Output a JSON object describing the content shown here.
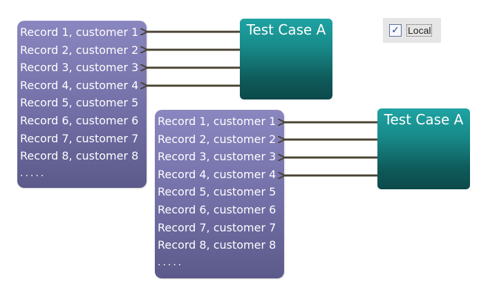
{
  "records_left": {
    "rows": [
      "Record 1, customer 1",
      "Record 2, customer 2",
      "Record 3, customer 3",
      "Record 4, customer 4",
      "Record 5, customer 5",
      "Record 6, customer 6",
      "Record 7, customer 7",
      "Record 8, customer 8"
    ],
    "ellipsis": "....."
  },
  "records_right": {
    "rows": [
      "Record 1, customer 1",
      "Record 2, customer 2",
      "Record 3, customer 3",
      "Record 4, customer 4",
      "Record 5, customer 5",
      "Record 6, customer 6",
      "Record 7, customer 7",
      "Record 8, customer 8"
    ],
    "ellipsis": "....."
  },
  "testcase_top": {
    "label": "Test Case A"
  },
  "testcase_bottom": {
    "label": "Test Case A"
  },
  "local_option": {
    "label": "Local",
    "checked": true,
    "check_glyph": "✓"
  },
  "colors": {
    "records_fill": "#7a76b0",
    "testcase_fill": "#178a89",
    "arrow": "#4a4232"
  }
}
